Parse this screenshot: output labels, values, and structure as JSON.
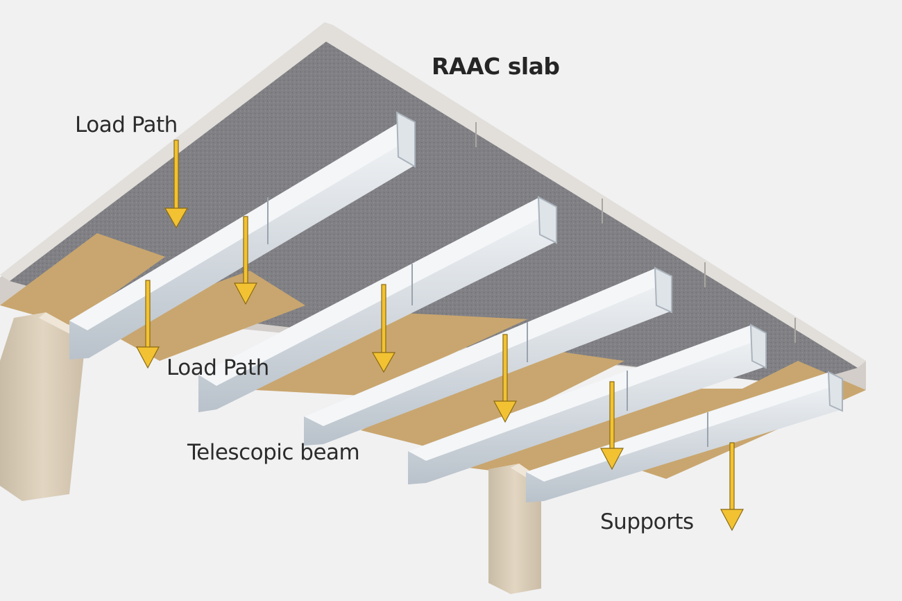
{
  "labels": {
    "slab": "RAAC slab",
    "load_path_top": "Load Path",
    "load_path_lower": "Load Path",
    "beam": "Telescopic beam",
    "supports": "Supports"
  },
  "colors": {
    "background": "#f1f1f2",
    "slab_top": "#dcd9d6",
    "slab_underside": "#7d7d80",
    "slab_edge": "#cfcac5",
    "insulation": "#c8a46e",
    "beam_face": "#d7dde3",
    "beam_side": "#eef1f4",
    "support": "#d8cbb6",
    "arrow": "#f2c233",
    "label_text": "#2b2b2b"
  },
  "icons": [
    "load-arrow-icon"
  ]
}
